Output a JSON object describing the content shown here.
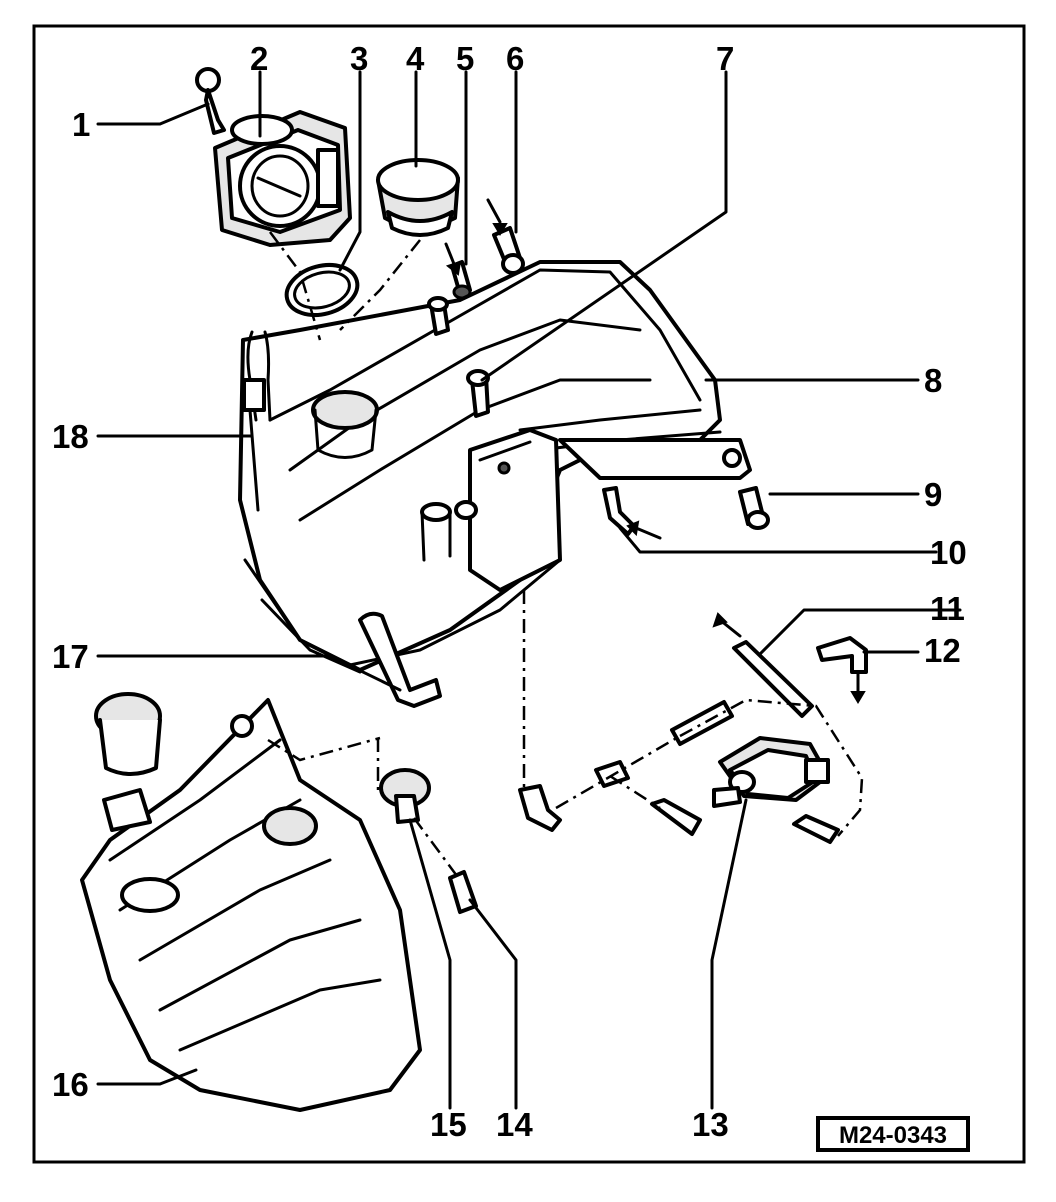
{
  "callouts": {
    "c1": "1",
    "c2": "2",
    "c3": "3",
    "c4": "4",
    "c5": "5",
    "c6": "6",
    "c7": "7",
    "c8": "8",
    "c9": "9",
    "c10": "10",
    "c11": "11",
    "c12": "12",
    "c13": "13",
    "c14": "14",
    "c15": "15",
    "c16": "16",
    "c17": "17",
    "c18": "18"
  },
  "reference_code": "M24-0343"
}
